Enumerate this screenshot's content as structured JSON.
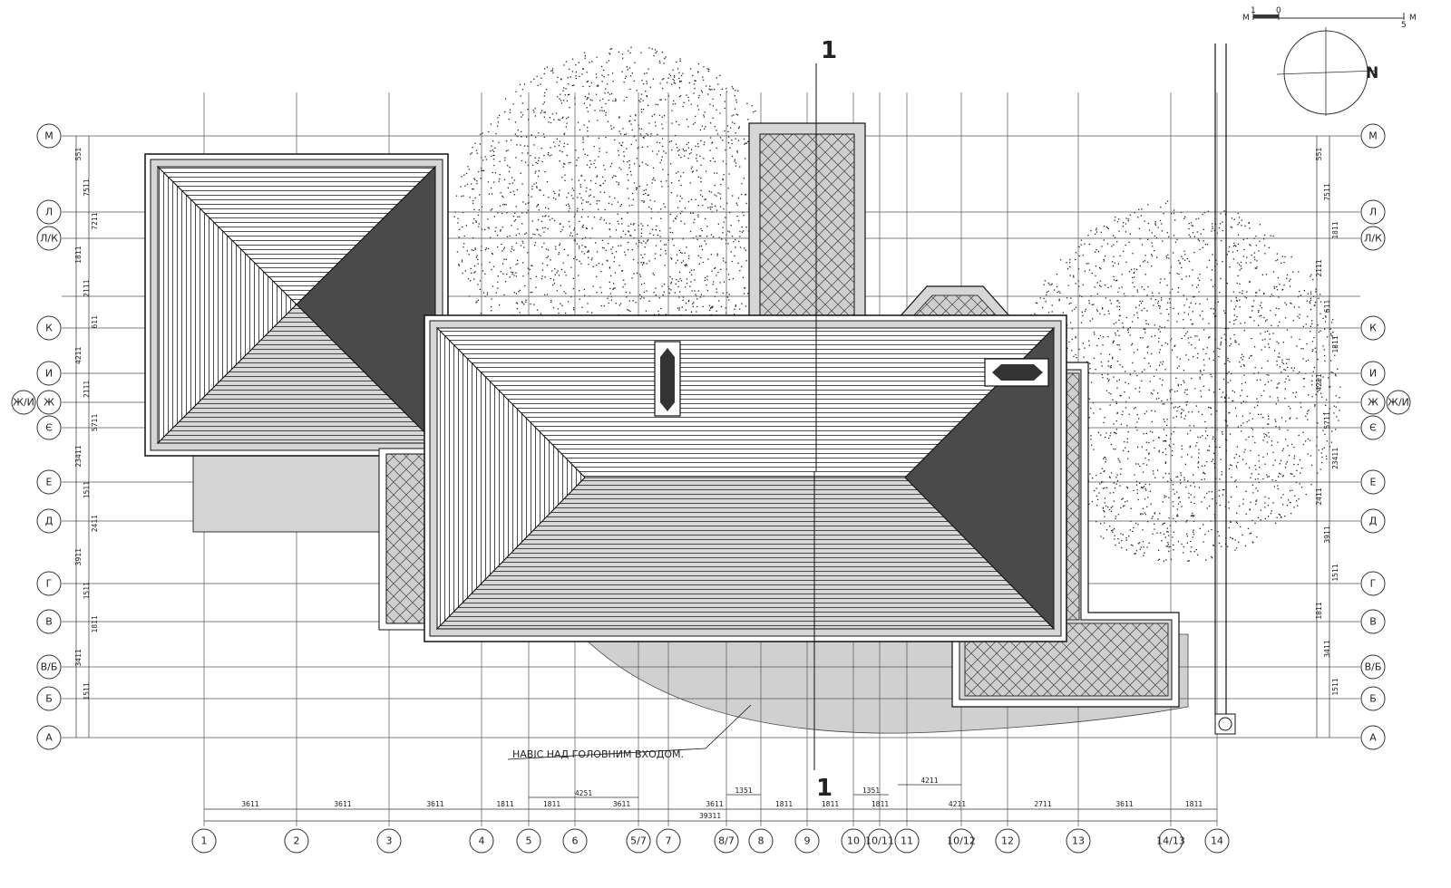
{
  "drawing": {
    "section_mark": "1",
    "north_label": "N",
    "canopy_note": "НАВІС НАД ГОЛОВНИМ ВХОДОМ.",
    "scale_labels": [
      "M",
      "1",
      "0",
      "5",
      "M"
    ]
  },
  "axes": {
    "columns": [
      "1",
      "2",
      "3",
      "4",
      "5",
      "6",
      "5/7",
      "7",
      "8/7",
      "8",
      "9",
      "10",
      "10/11",
      "11",
      "10/12",
      "12",
      "13",
      "14/13",
      "14"
    ],
    "rows": [
      "М",
      "Л",
      "Л/К",
      "К",
      "И",
      "Ж",
      "Є",
      "Е",
      "Д",
      "Г",
      "В",
      "В/Б",
      "Б",
      "А"
    ],
    "extra_row_label": "Ж/И"
  },
  "dimensions": {
    "bottom_chain": [
      "3611",
      "3611",
      "3611",
      "1811",
      "1811",
      "3611",
      "3611",
      "1811",
      "1811",
      "1811",
      "4211",
      "2711",
      "3611",
      "1811"
    ],
    "bottom_total": "39311",
    "bottom_upper": [
      "4251",
      "1351",
      "1351",
      "4211"
    ],
    "left_chain": [
      "551",
      "7511",
      "7211",
      "1811",
      "2111",
      "611",
      "4211",
      "2111",
      "5711",
      "23411",
      "1511",
      "2411",
      "3911",
      "1511",
      "1811",
      "3411",
      "1511"
    ],
    "right_chain": [
      "551",
      "7511",
      "1811",
      "2111",
      "611",
      "1811",
      "4211",
      "5711",
      "23411",
      "2411",
      "3911",
      "1511",
      "1811",
      "3411",
      "1511"
    ]
  }
}
